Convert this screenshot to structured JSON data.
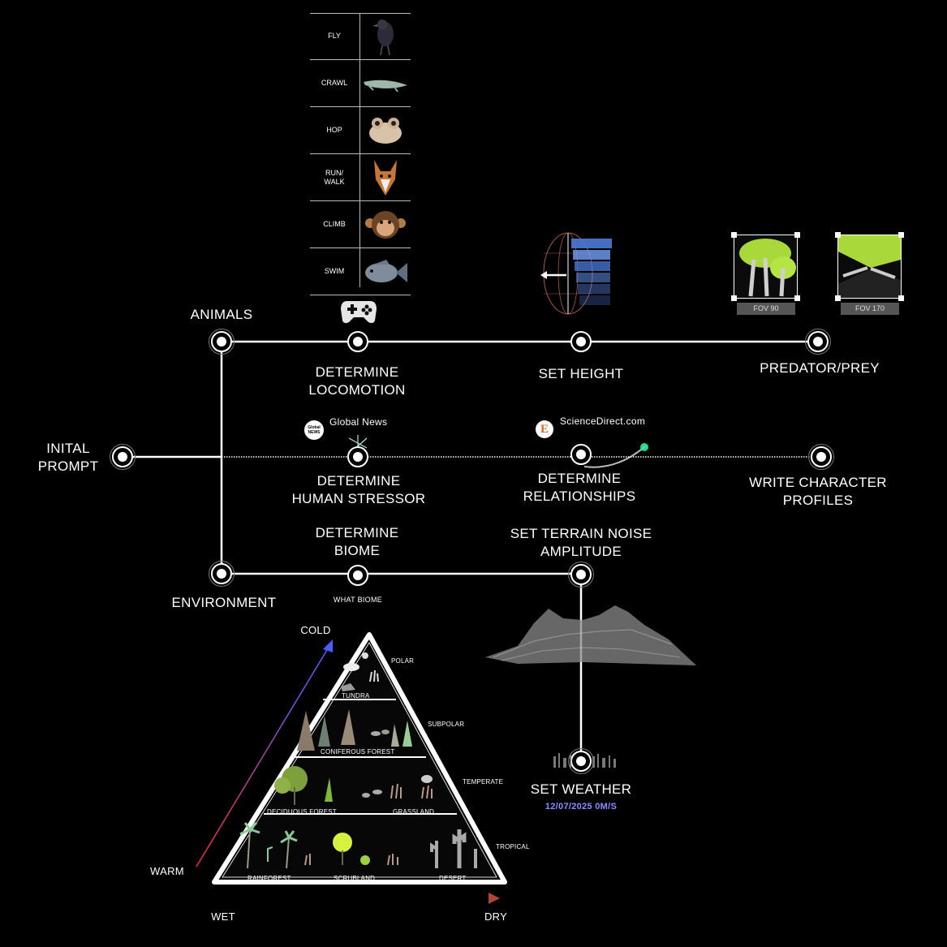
{
  "locomotion_table": [
    {
      "label": "FLY",
      "icon": "bird-icon"
    },
    {
      "label": "CRAWL",
      "icon": "lizard-icon"
    },
    {
      "label": "HOP",
      "icon": "frog-icon"
    },
    {
      "label": "RUN/\nWALK",
      "icon": "fox-icon"
    },
    {
      "label": "CLIMB",
      "icon": "monkey-icon"
    },
    {
      "label": "SWIM",
      "icon": "fish-icon"
    }
  ],
  "fov": [
    {
      "label": "FOV 90"
    },
    {
      "label": "FOV 170"
    }
  ],
  "nodes": {
    "animals": "ANIMALS",
    "initial_prompt": "INITAL\nPROMPT",
    "environment": "ENVIRONMENT",
    "locomotion": "DETERMINE\nLOCOMOTION",
    "set_height": "SET HEIGHT",
    "predator_prey": "PREDATOR/PREY",
    "human_stressor": "DETERMINE\nHUMAN STRESSOR",
    "relationships": "DETERMINE\nRELATIONSHIPS",
    "character_profiles": "WRITE CHARACTER\nPROFILES",
    "biome": "DETERMINE\nBIOME",
    "terrain": "SET TERRAIN NOISE\nAMPLITUDE",
    "weather": "SET WEATHER"
  },
  "sources": {
    "global_news": "Global News",
    "global_logo": "Global\nNEWS",
    "science_direct": "ScienceDirect.com",
    "science_logo": "E"
  },
  "what_biome": "WHAT BIOME",
  "weather_readout": "12/07/2025  0M/S",
  "pyramid": {
    "cold": "COLD",
    "warm": "WARM",
    "wet": "WET",
    "dry": "DRY",
    "zones": [
      "POLAR",
      "SUBPOLAR",
      "TEMPERATE",
      "TROPICAL"
    ],
    "biomes": {
      "tundra": "TUNDRA",
      "coniferous": "CONIFEROUS FOREST",
      "deciduous": "DECIDUOUS FOREST",
      "grassland": "GRASSLAND",
      "rainforest": "RAINFOREST",
      "scrubland": "SCRUBLAND",
      "desert": "DESERT"
    }
  },
  "colors": {
    "warm": "#e0303c",
    "cold": "#4a5cff",
    "dry": "#b0443a",
    "weather_text": "#8a8cff"
  }
}
